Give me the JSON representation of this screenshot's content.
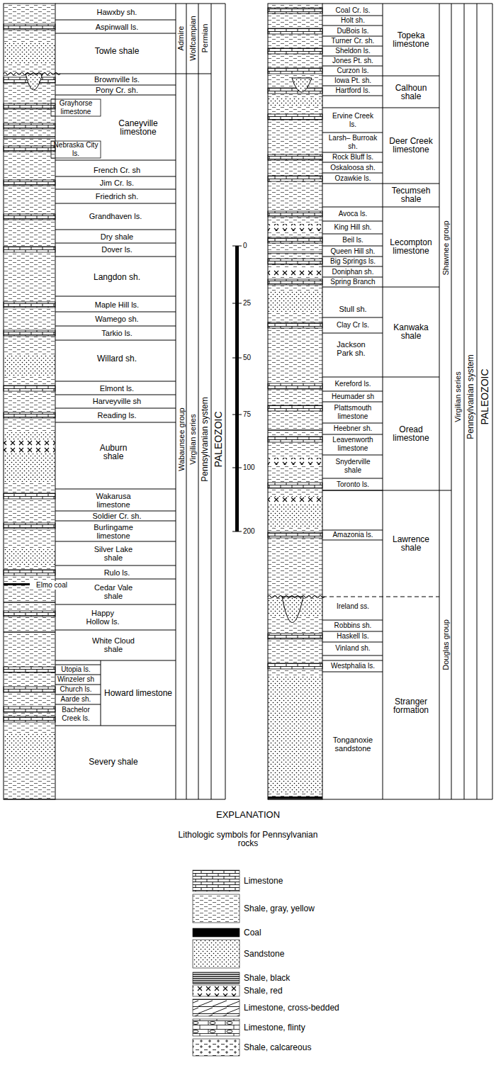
{
  "diagram": {
    "labels": [
      "Hawxby sh.",
      "Aspinwall ls.",
      "Towle shale",
      "Brownville ls.",
      "Pony Cr. sh.",
      "Grayhorse limestone",
      "Caneyville limestone",
      "Nebraska City ls.",
      "French Cr. sh",
      "Jim Cr. ls.",
      "Friedrich sh.",
      "Grandhaven ls.",
      "Dry shale",
      "Dover ls.",
      "Langdon sh.",
      "Maple Hill ls.",
      "Wamego sh.",
      "Tarkio ls.",
      "Willard sh.",
      "Elmont ls.",
      "Harveyville sh",
      "Reading ls.",
      "Auburn shale",
      "Wakarusa limestone",
      "Soldier Cr. sh.",
      "Burlingame limestone",
      "Silver Lake shale",
      "Rulo ls.",
      "Elmo coal",
      "Cedar Vale shale",
      "Happy Hollow ls.",
      "White Cloud shale",
      "Utopia ls.",
      "Winzeler sh",
      "Church ls.",
      "Aarde sh.",
      "Bachelor Creek ls.",
      "Howard limestone",
      "Severy shale",
      "Admire",
      "Wolfcampian",
      "Permian",
      "Wabaunsee group",
      "Virgilian series",
      "Pennsylvanian system",
      "PALEOZOIC",
      "0",
      "25",
      "50",
      "75",
      "100",
      "200",
      "Coal Cr. ls.",
      "Holt sh.",
      "DuBois ls.",
      "Turner Cr. sh.",
      "Sheldon ls.",
      "Jones Pt. sh.",
      "Curzon ls.",
      "Iowa Pt. sh.",
      "Hartford ls.",
      "Topeka limestone",
      "Calhoun shale",
      "Ervine Creek ls.",
      "Larsh– Burroak sh.",
      "Rock Bluff ls.",
      "Oskaloosa sh.",
      "Ozawkie ls.",
      "Deer Creek limestone",
      "Tecumseh shale",
      "Avoca ls.",
      "King Hill sh.",
      "Beil ls.",
      "Queen Hill sh.",
      "Big Springs ls.",
      "Doniphan sh.",
      "Spring Branch",
      "Lecompton limestone",
      "Stull sh.",
      "Clay Cr ls.",
      "Jackson Park sh.",
      "Kanwaka shale",
      "Kereford ls.",
      "Heumader sh",
      "Plattsmouth limestone",
      "Heebner sh.",
      "Leavenworth limestone",
      "Snyderville shale",
      "Toronto ls.",
      "Oread limestone",
      "Amazonia ls.",
      "Lawrence shale",
      "Ireland ss.",
      "Robbins sh.",
      "Haskell ls.",
      "Vinland sh.",
      "Westphalia ls.",
      "Stranger formation",
      "Tonganoxie sandstone",
      "Shawnee group",
      "Douglas group",
      "Virgilian series",
      "Pennsylvanian system",
      "PALEOZOIC",
      "EXPLANATION",
      "Lithologic symbols for Pennsylvanian rocks"
    ],
    "legend": [
      {
        "text": "Limestone"
      },
      {
        "text": "Shale, gray, yellow"
      },
      {
        "text": "Coal"
      },
      {
        "text": "Sandstone"
      },
      {
        "text": "Shale, black"
      },
      {
        "text": "Shale, red"
      },
      {
        "text": "Limestone, cross-bedded"
      },
      {
        "text": "Limestone, flinty"
      },
      {
        "text": "Shale, calcareous"
      }
    ]
  }
}
